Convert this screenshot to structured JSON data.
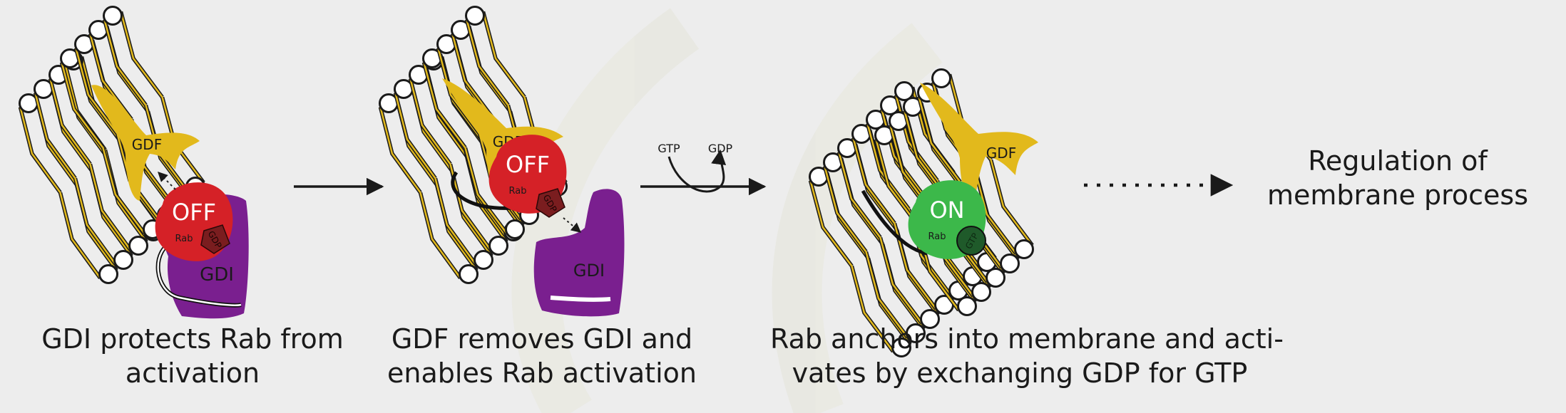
{
  "labels": {
    "gdf": "GDF",
    "gdi": "GDI",
    "off": "OFF",
    "on": "ON",
    "rab": "Rab",
    "gdp": "GDP",
    "gtp": "GTP"
  },
  "captions": {
    "panel1": [
      "GDI protects Rab from",
      "activation"
    ],
    "panel2": [
      "GDF removes GDI and",
      "enables Rab activation"
    ],
    "panel3": [
      "Rab anchors into membrane and acti-",
      "vates by exchanging GDP for GTP"
    ]
  },
  "regulation": [
    "Regulation of",
    "membrane process"
  ],
  "exchange": {
    "in": "GTP",
    "out": "GDP"
  },
  "colors": {
    "background": "#ededed",
    "gdf": "#e2b91c",
    "gdi": "#7a1f8f",
    "rab_off": "#d52127",
    "rab_on": "#3cb84a",
    "gdp": "#7a1d1f",
    "gtp": "#1f5a2a",
    "lipid": "#e2b91c"
  }
}
